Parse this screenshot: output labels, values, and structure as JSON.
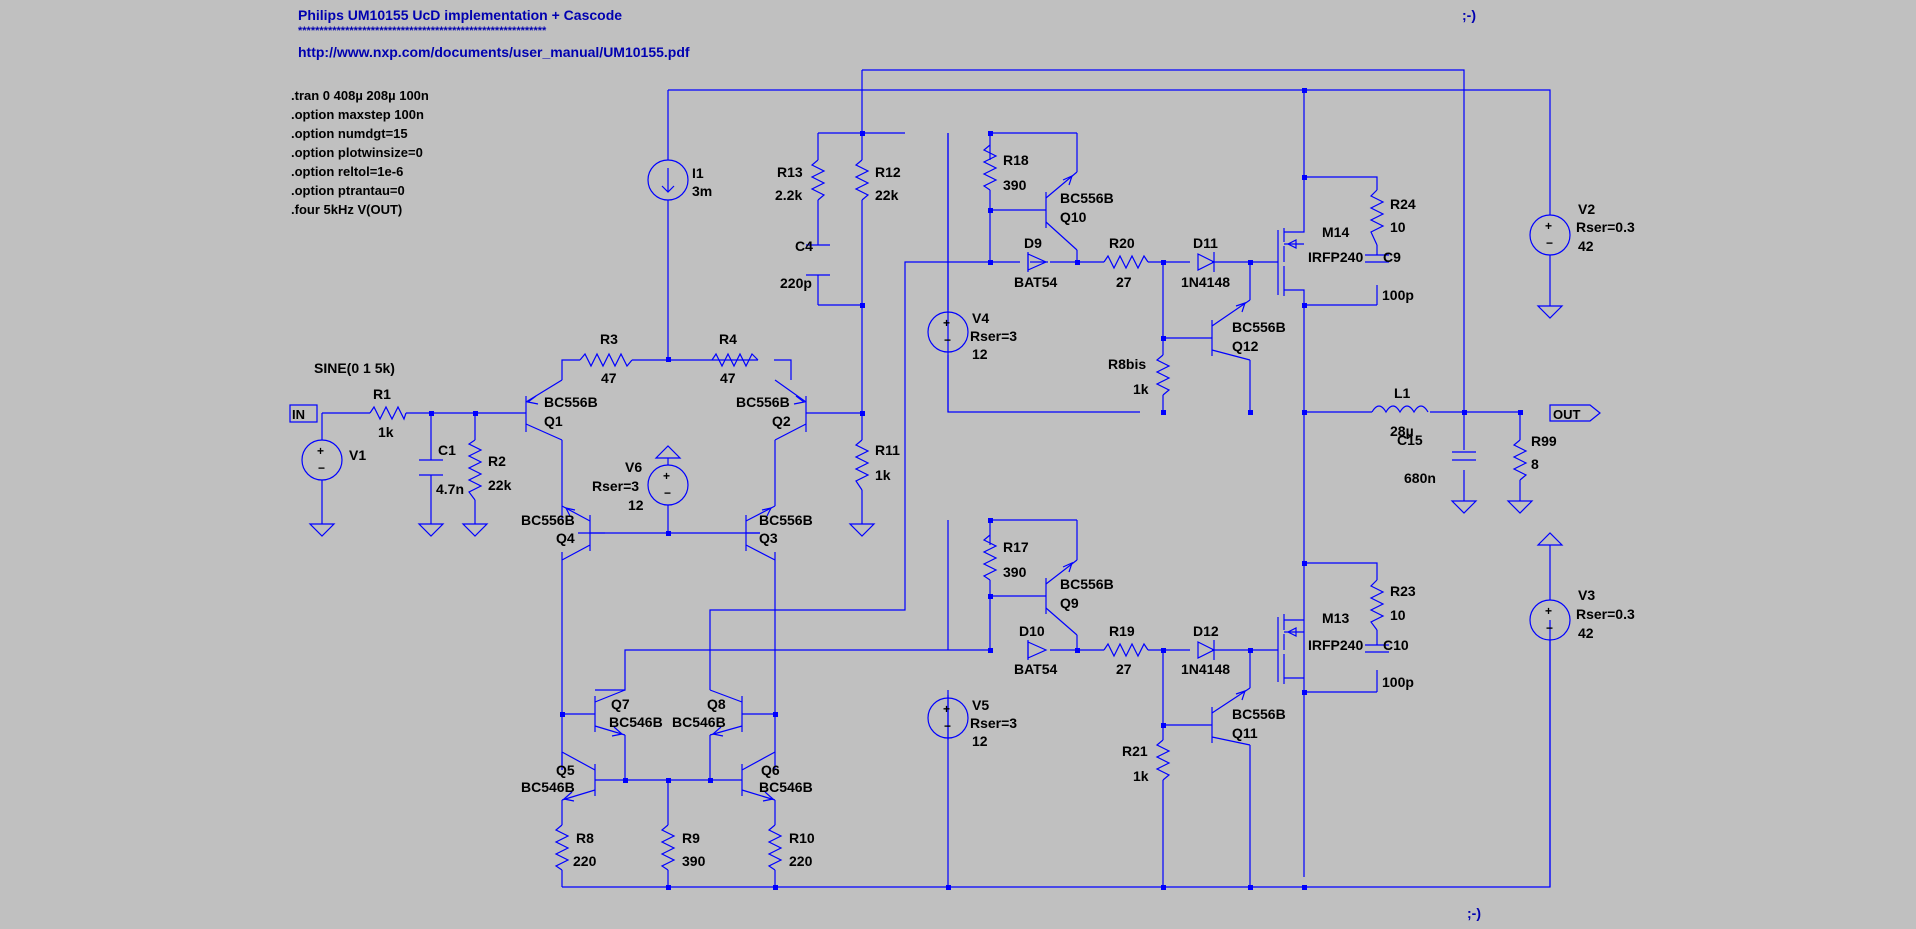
{
  "header": {
    "title": "Philips UM10155 UcD implementation + Cascode",
    "stars": "**********************************************************",
    "url": "http://www.nxp.com/documents/user_manual/UM10155.pdf",
    "smiley_top": ";-)",
    "smiley_bottom": ";-)"
  },
  "directives": [
    ".tran 0 408µ 208µ 100n",
    ".option maxstep 100n",
    ".option numdgt=15",
    ".option plotwinsize=0",
    ".option reltol=1e-6",
    ".option ptrantau=0",
    ".four 5kHz V(OUT)"
  ],
  "ports": {
    "in": "IN",
    "out": "OUT"
  },
  "sources": {
    "sine": "SINE(0 1 5k)",
    "V1": {
      "name": "V1"
    },
    "V2": {
      "name": "V2",
      "rser": "Rser=0.3",
      "value": "42"
    },
    "V3": {
      "name": "V3",
      "rser": "Rser=0.3",
      "value": "42"
    },
    "V4": {
      "name": "V4",
      "rser": "Rser=3",
      "value": "12"
    },
    "V5": {
      "name": "V5",
      "rser": "Rser=3",
      "value": "12"
    },
    "V6": {
      "name": "V6",
      "rser": "Rser=3",
      "value": "12"
    },
    "I1": {
      "name": "I1",
      "value": "3m"
    }
  },
  "resistors": {
    "R1": {
      "name": "R1",
      "value": "1k"
    },
    "R2": {
      "name": "R2",
      "value": "22k"
    },
    "R3": {
      "name": "R3",
      "value": "47"
    },
    "R4": {
      "name": "R4",
      "value": "47"
    },
    "R8": {
      "name": "R8",
      "value": "220"
    },
    "R9": {
      "name": "R9",
      "value": "390"
    },
    "R10": {
      "name": "R10",
      "value": "220"
    },
    "R11": {
      "name": "R11",
      "value": "1k"
    },
    "R12": {
      "name": "R12",
      "value": "22k"
    },
    "R13": {
      "name": "R13",
      "value": "2.2k"
    },
    "R17": {
      "name": "R17",
      "value": "390"
    },
    "R18": {
      "name": "R18",
      "value": "390"
    },
    "R19": {
      "name": "R19",
      "value": "27"
    },
    "R20": {
      "name": "R20",
      "value": "27"
    },
    "R21": {
      "name": "R21",
      "value": "1k"
    },
    "R8bis": {
      "name": "R8bis",
      "value": "1k"
    },
    "R23": {
      "name": "R23",
      "value": "10"
    },
    "R24": {
      "name": "R24",
      "value": "10"
    },
    "R99": {
      "name": "R99",
      "value": "8"
    }
  },
  "capacitors": {
    "C1": {
      "name": "C1",
      "value": "4.7n"
    },
    "C4": {
      "name": "C4",
      "value": "220p"
    },
    "C9": {
      "name": "C9",
      "value": "100p"
    },
    "C10": {
      "name": "C10",
      "value": "100p"
    },
    "C15": {
      "name": "C15",
      "value": "680n"
    }
  },
  "inductors": {
    "L1": {
      "name": "L1",
      "value": "28µ"
    }
  },
  "diodes": {
    "D9": {
      "name": "D9",
      "model": "BAT54"
    },
    "D10": {
      "name": "D10",
      "model": "BAT54"
    },
    "D11": {
      "name": "D11",
      "model": "1N4148"
    },
    "D12": {
      "name": "D12",
      "model": "1N4148"
    }
  },
  "transistors": {
    "Q1": {
      "name": "Q1",
      "model": "BC556B"
    },
    "Q2": {
      "name": "Q2",
      "model": "BC556B"
    },
    "Q3": {
      "name": "Q3",
      "model": "BC556B"
    },
    "Q4": {
      "name": "Q4",
      "model": "BC556B"
    },
    "Q5": {
      "name": "Q5",
      "model": "BC546B"
    },
    "Q6": {
      "name": "Q6",
      "model": "BC546B"
    },
    "Q7": {
      "name": "Q7",
      "model": "BC546B"
    },
    "Q8": {
      "name": "Q8",
      "model": "BC546B"
    },
    "Q9": {
      "name": "Q9",
      "model": "BC556B"
    },
    "Q10": {
      "name": "Q10",
      "model": "BC556B"
    },
    "Q11": {
      "name": "Q11",
      "model": "BC556B"
    },
    "Q12": {
      "name": "Q12",
      "model": "BC556B"
    },
    "M13": {
      "name": "M13",
      "model": "IRFP240"
    },
    "M14": {
      "name": "M14",
      "model": "IRFP240"
    }
  },
  "colors": {
    "background": "#c0c0c0",
    "wire": "#0000ff",
    "label": "#000000",
    "header": "#0000b0"
  }
}
